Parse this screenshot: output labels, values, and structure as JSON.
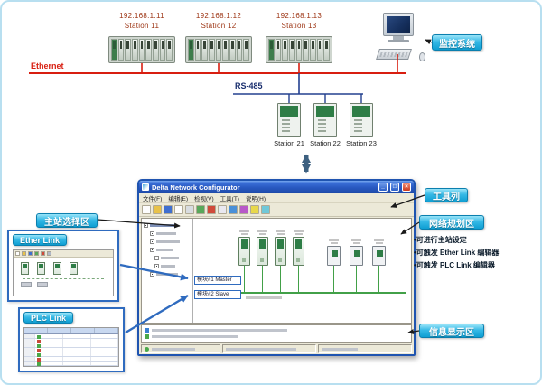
{
  "topology": {
    "ethernet_label": "Ethernet",
    "rs485_label": "RS-485",
    "monitor_label": "监控系统",
    "plc_stations": [
      {
        "ip": "192.168.1.11",
        "name": "Station 11"
      },
      {
        "ip": "192.168.1.12",
        "name": "Station 12"
      },
      {
        "ip": "192.168.1.13",
        "name": "Station 13"
      }
    ],
    "serial_stations": [
      "Station 21",
      "Station 22",
      "Station 23"
    ]
  },
  "window": {
    "title": "Delta Network Configurator",
    "menu": [
      "文件(F)",
      "编辑(E)",
      "检视(V)",
      "工具(T)",
      "说明(H)"
    ],
    "controls": {
      "minimize": "_",
      "maximize": "□",
      "close": "×"
    },
    "annotations": [
      "模块#1 Master",
      "模块#2 Slave"
    ]
  },
  "callouts": {
    "toolbar": "工具列",
    "master_area": "主站选择区",
    "planning_area": "网络规划区",
    "info_area": "信息显示区",
    "ether_link": "Ether Link",
    "plc_link": "PLC Link"
  },
  "planning_notes": [
    "•可进行主站设定",
    "•可触发 Ether Link 编辑器",
    "•可触发 PLC Link 编辑器"
  ],
  "colors": {
    "ethernet_red": "#d81e10",
    "rs485_blue": "#1a2f6e",
    "callout_cyan": "#0f9ed2",
    "link_blue": "#2f6bbf",
    "window_blue": "#1f54b0"
  }
}
